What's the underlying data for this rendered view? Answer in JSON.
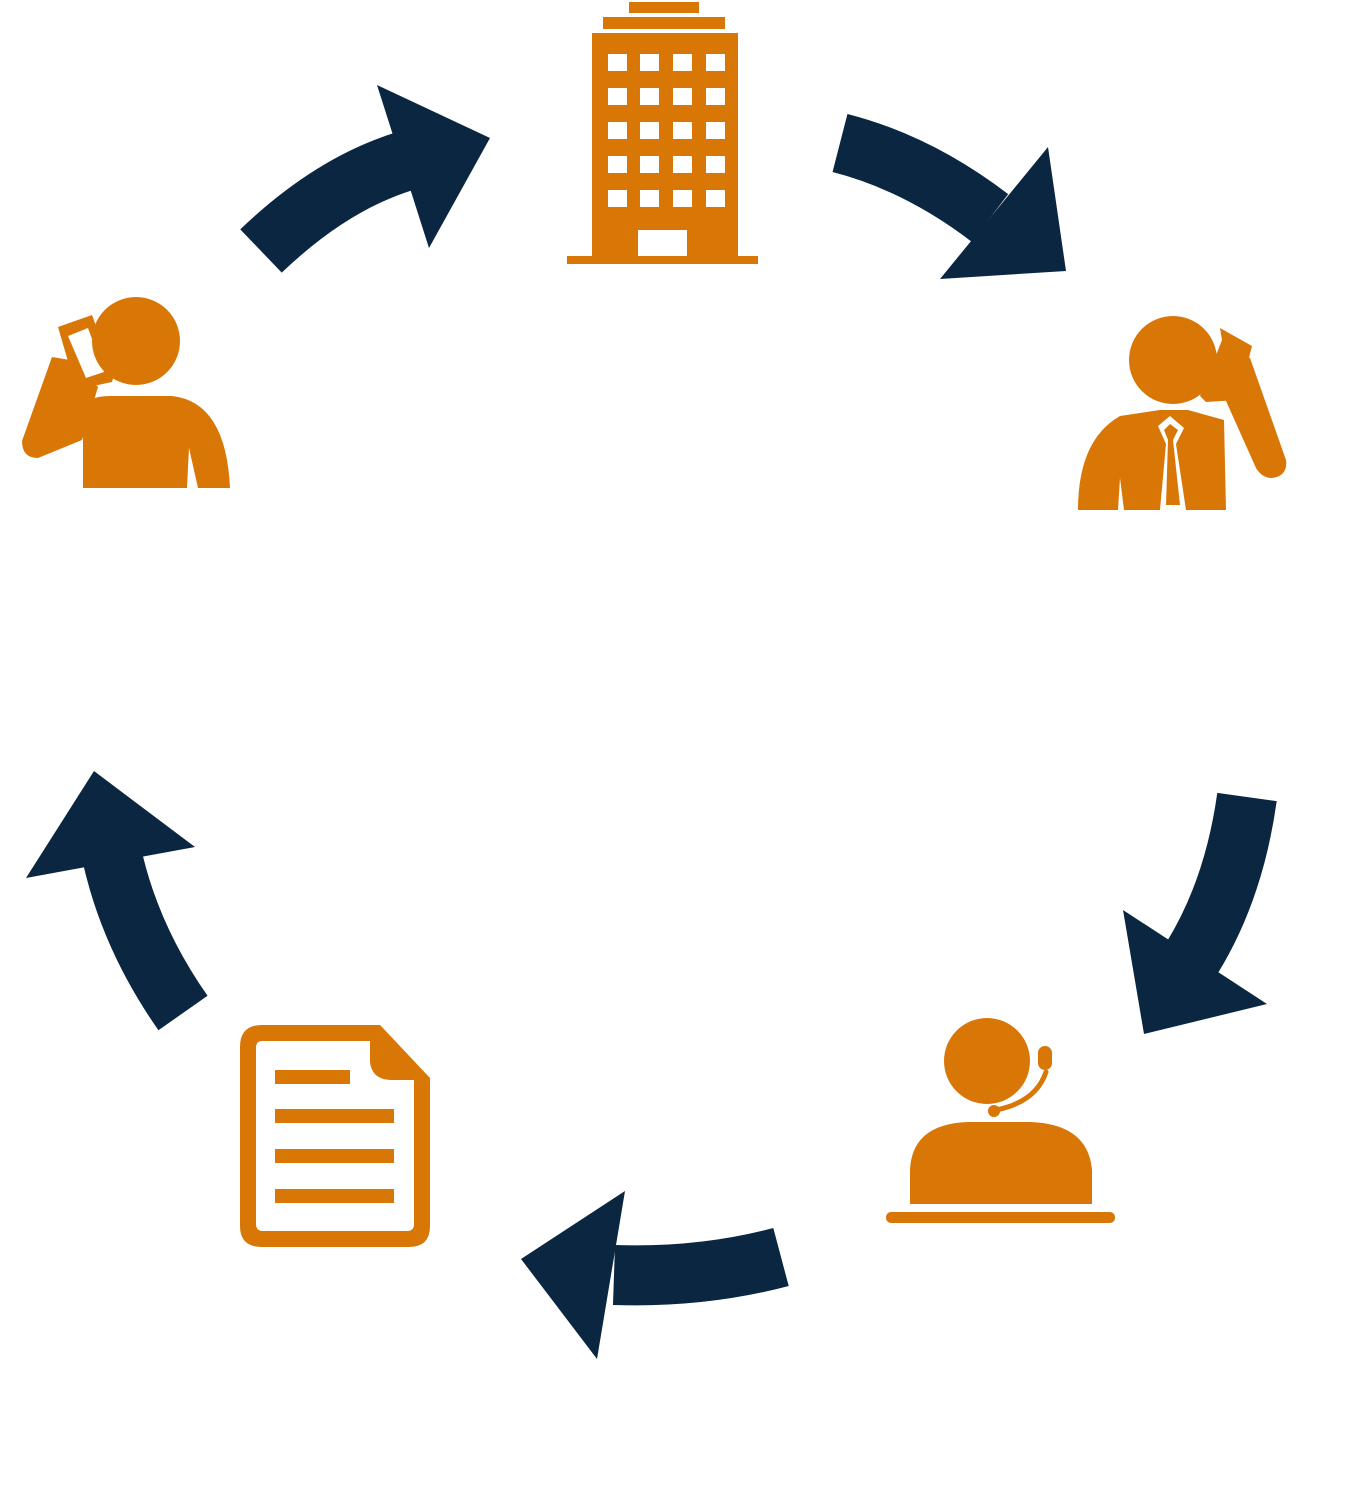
{
  "colors": {
    "icon": "#D97706",
    "arrow": "#0B2640",
    "background": "#FFFFFF"
  },
  "nodes": [
    {
      "id": "office-building",
      "icon": "office-building-icon"
    },
    {
      "id": "businessman-on-phone",
      "icon": "businessman-phone-icon"
    },
    {
      "id": "support-agent",
      "icon": "headset-agent-icon"
    },
    {
      "id": "document",
      "icon": "document-icon"
    },
    {
      "id": "customer-on-phone",
      "icon": "person-phone-icon"
    }
  ],
  "flow": [
    {
      "from": "customer-on-phone",
      "to": "office-building"
    },
    {
      "from": "office-building",
      "to": "businessman-on-phone"
    },
    {
      "from": "businessman-on-phone",
      "to": "support-agent"
    },
    {
      "from": "support-agent",
      "to": "document"
    },
    {
      "from": "document",
      "to": "customer-on-phone"
    }
  ]
}
